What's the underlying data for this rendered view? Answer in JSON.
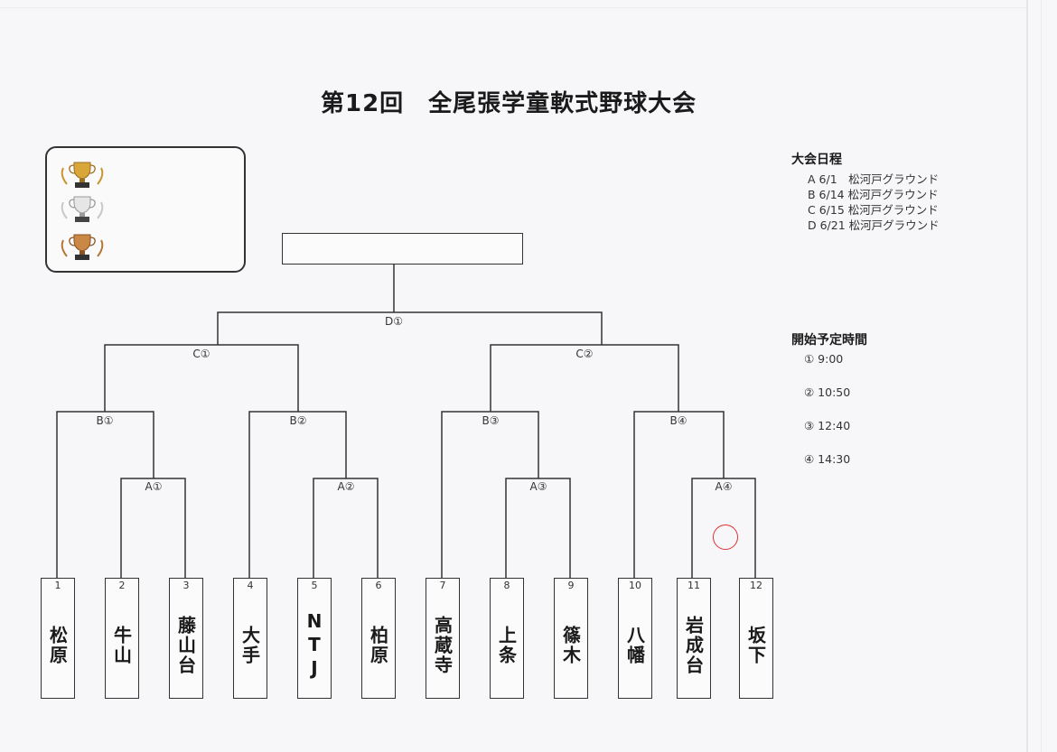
{
  "title": "第12回　全尾張学童軟式野球大会",
  "trophies": [
    {
      "icon": "gold-trophy-icon",
      "color": "#c9952e"
    },
    {
      "icon": "silver-trophy-icon",
      "color": "#b8b8b8"
    },
    {
      "icon": "bronze-trophy-icon",
      "color": "#b5773a"
    }
  ],
  "matches": {
    "D1": "D①",
    "C1": "C①",
    "C2": "C②",
    "B1": "B①",
    "B2": "B②",
    "B3": "B③",
    "B4": "B④",
    "A1": "A①",
    "A2": "A②",
    "A3": "A③",
    "A4": "A④"
  },
  "teams": [
    {
      "num": "1",
      "name": "松原"
    },
    {
      "num": "2",
      "name": "牛山"
    },
    {
      "num": "3",
      "name": "藤山台"
    },
    {
      "num": "4",
      "name": "大手"
    },
    {
      "num": "5",
      "name": "NTJ"
    },
    {
      "num": "6",
      "name": "柏原"
    },
    {
      "num": "7",
      "name": "高蔵寺"
    },
    {
      "num": "8",
      "name": "上条"
    },
    {
      "num": "9",
      "name": "篠木"
    },
    {
      "num": "10",
      "name": "八幡"
    },
    {
      "num": "11",
      "name": "岩成台"
    },
    {
      "num": "12",
      "name": "坂下"
    }
  ],
  "schedule": {
    "heading": "大会日程",
    "rows": [
      "A 6/1　松河戸グラウンド",
      "B 6/14 松河戸グラウンド",
      "C 6/15 松河戸グラウンド",
      "D 6/21 松河戸グラウンド"
    ]
  },
  "start_times": {
    "heading": "開始予定時間",
    "rows": [
      "① 9:00",
      "② 10:50",
      "③ 12:40",
      "④ 14:30"
    ]
  },
  "colors": {
    "line": "#333333",
    "annotation": "#e03030"
  }
}
